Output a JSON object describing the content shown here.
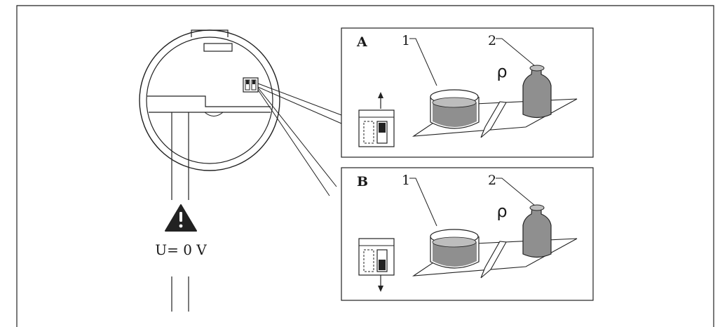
{
  "panels": {
    "a": {
      "label": "A",
      "callout_1": "1",
      "callout_2": "2",
      "density_symbol": "ρ"
    },
    "b": {
      "label": "B",
      "callout_1": "1",
      "callout_2": "2",
      "density_symbol": "ρ"
    }
  },
  "warning": {
    "icon": "warning-triangle-icon",
    "voltage_label": "U= 0 V"
  },
  "colors": {
    "line": "#1a1a1a",
    "liquid": "#8f8f8f",
    "weight": "#8f8f8f",
    "switch_fill": "#1a1a1a"
  }
}
